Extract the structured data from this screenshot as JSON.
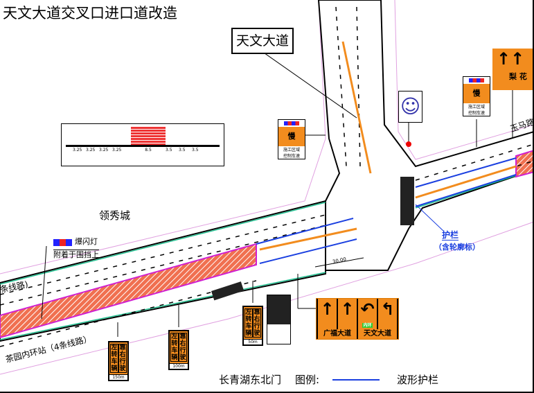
{
  "title": "天文大道交叉口进口道改造",
  "callout": "天文大道",
  "area_label": "领秀城",
  "flash_light": {
    "name": "爆闪灯",
    "note": "附着于围挡上"
  },
  "road_labels": {
    "left_top": "条线路)",
    "left_bottom": "茶园内环站（4条线路）",
    "right": "玉马路",
    "bottom": "长青湖东北门"
  },
  "guardrail": {
    "label": "护栏",
    "note": "（含轮廓标）"
  },
  "dimension": "30.00",
  "legend": {
    "label": "图例:",
    "item": "波形护栏",
    "line_color": "#1a3fe0"
  },
  "slow_sign": {
    "symbol": "慢",
    "text1": "施工区域",
    "text2": "控制车速"
  },
  "lane_sign": {
    "left": "左转车辆",
    "right": "靠右行驶",
    "distances": [
      "150m",
      "100m",
      "50m"
    ]
  },
  "guide_sign": {
    "roads": [
      "广福大道",
      "天文大道"
    ],
    "tag": "内环",
    "top_right_label": "梨 花"
  },
  "section": {
    "widths": [
      "3.25",
      "3.25",
      "3.25",
      "3.25",
      "8.5",
      "3.5",
      "3.5",
      "3.5"
    ]
  },
  "colors": {
    "orange": "#f28c1e",
    "median": "#e83a3a",
    "magenta": "#d020d0",
    "edge": "#20c090"
  }
}
